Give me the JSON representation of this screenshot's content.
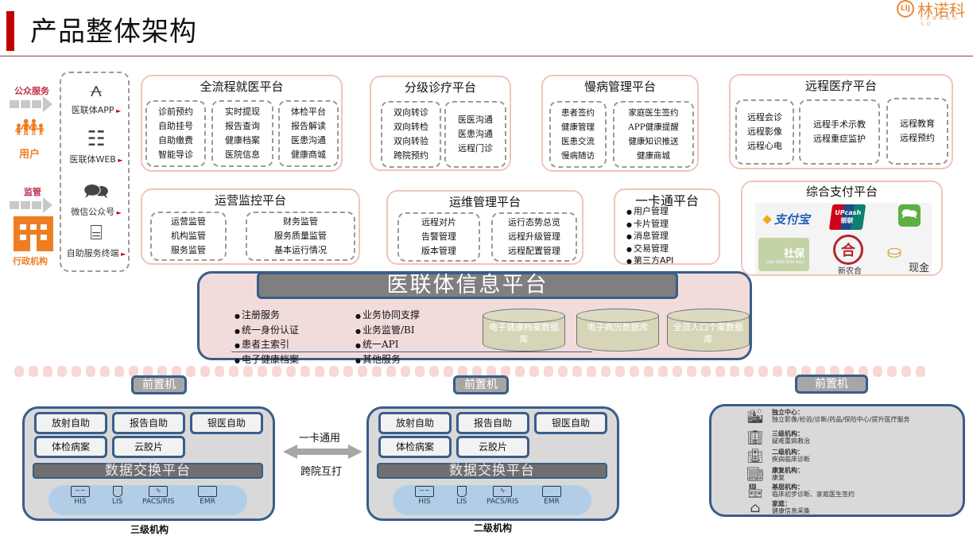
{
  "header": {
    "title": "产品整体架构",
    "logo_text": "林诺科",
    "logo_sub": "LENNUO SO",
    "logo_mark": "LlJ"
  },
  "left": {
    "public_service": "公众服务",
    "users": "用户",
    "supervision": "监管",
    "admin": "行政机构",
    "channels": [
      {
        "label": "医联体APP",
        "icon": "app-store-icon"
      },
      {
        "label": "医联体WEB",
        "icon": "browser-icon"
      },
      {
        "label": "微信公众号",
        "icon": "wechat-icon"
      },
      {
        "label": "自助服务终端",
        "icon": "kiosk-icon"
      }
    ]
  },
  "platforms": {
    "full_process": {
      "title": "全流程就医平台",
      "groups": [
        [
          "诊前预约",
          "自助挂号",
          "自助缴费",
          "智能导诊"
        ],
        [
          "实时提现",
          "报告查询",
          "健康档案",
          "医院信息"
        ],
        [
          "体检平台",
          "报告解读",
          "医患沟通",
          "健康商城"
        ]
      ]
    },
    "tiered": {
      "title": "分级诊疗平台",
      "groups": [
        [
          "双向转诊",
          "双向转检",
          "双向转验",
          "跨院预约"
        ],
        [
          "医医沟通",
          "医患沟通",
          "远程门诊"
        ]
      ]
    },
    "chronic": {
      "title": "慢病管理平台",
      "groups": [
        [
          "患者签约",
          "健康管理",
          "医患交流",
          "慢病随访"
        ],
        [
          "家庭医生签约",
          "APP健康提醒",
          "健康知识推送",
          "健康商城"
        ]
      ]
    },
    "remote": {
      "title": "远程医疗平台",
      "groups": [
        [
          "远程会诊",
          "远程影像",
          "远程心电"
        ],
        [
          "远程手术示教",
          "远程重症监护"
        ],
        [
          "远程教育",
          "远程预约"
        ]
      ]
    },
    "ops_monitor": {
      "title": "运营监控平台",
      "groups": [
        [
          "运营监管",
          "机构监管",
          "服务监管"
        ],
        [
          "财务监管",
          "服务质量监管",
          "基本运行情况"
        ]
      ]
    },
    "maintenance": {
      "title": "运维管理平台",
      "groups": [
        [
          "远程对片",
          "告警管理",
          "版本管理"
        ],
        [
          "运行态势总览",
          "远程升级管理",
          "远程配置管理"
        ]
      ]
    },
    "card": {
      "title": "一卡通平台",
      "items": [
        "用户管理",
        "卡片管理",
        "消息管理",
        "交易管理",
        "第三方API"
      ]
    },
    "payment": {
      "title": "综合支付平台",
      "methods": [
        "支付宝",
        "UPcash",
        "银联",
        "社保",
        "1236 5478 5555 9621",
        "新农合",
        "现金"
      ]
    }
  },
  "info_platform": {
    "title": "医联体信息平台",
    "services_left": [
      "注册服务",
      "统一身份认证",
      "患者主索引",
      "电子健康档案"
    ],
    "services_right": [
      "业务协同支撑",
      "业务监管/BI",
      "统一API",
      "其他服务"
    ],
    "databases": [
      "电子健康档案数据库",
      "电子病历数据库",
      "全员人口个案数据库"
    ]
  },
  "institutions": {
    "front_label": "前置机",
    "cells": [
      "放射自助",
      "报告自助",
      "银医自助",
      "体检病案",
      "云胶片"
    ],
    "exchange": "数据交换平台",
    "systems": [
      "HIS",
      "LIS",
      "PACS/RIS",
      "EMR"
    ],
    "tertiary": "三级机构",
    "secondary": "二级机构",
    "link_top": "一卡通用",
    "link_bottom": "跨院互打"
  },
  "tiers": [
    {
      "name": "独立中心：",
      "desc": "独立影像/检验/诊断/药品/保险中心/提升医疗服务",
      "icon": "city-icon"
    },
    {
      "name": "三级机构：",
      "desc": "疑难重病救治",
      "icon": "tall-building-icon"
    },
    {
      "name": "二级机构：",
      "desc": "疾病临床诊断",
      "icon": "building-icon"
    },
    {
      "name": "康复机构：",
      "desc": "康复",
      "icon": "low-building-icon"
    },
    {
      "name": "基层机构：",
      "desc": "临床初步诊断、家庭医生签约",
      "icon": "clinic-icon"
    },
    {
      "name": "家庭：",
      "desc": "健康信息采集",
      "icon": "house-icon"
    }
  ]
}
